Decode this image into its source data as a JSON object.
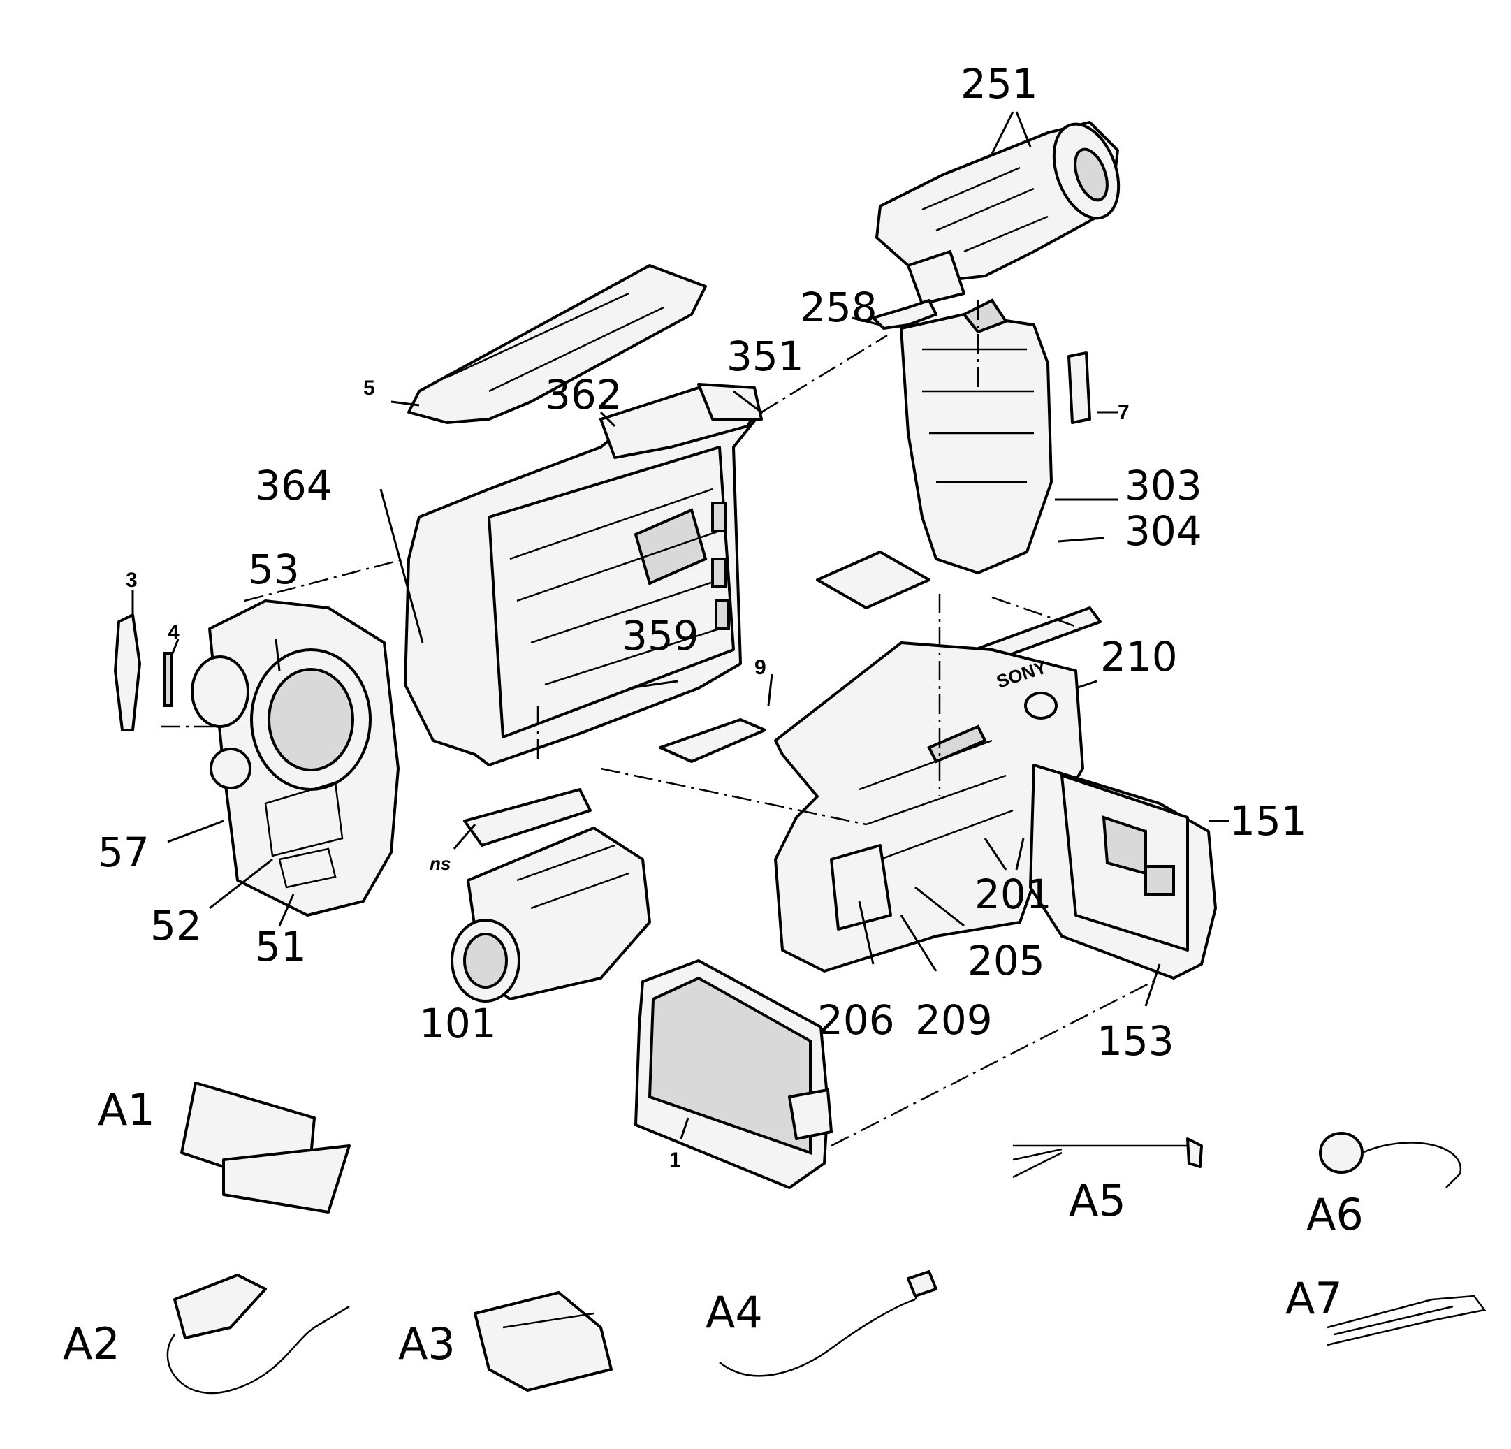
{
  "labels": {
    "p251": "251",
    "p258": "258",
    "p351": "351",
    "p5": "5",
    "p362": "362",
    "p7": "7",
    "p364": "364",
    "p303": "303",
    "p304": "304",
    "p3": "3",
    "p53": "53",
    "p4": "4",
    "p359": "359",
    "p9": "9",
    "p210": "210",
    "p57": "57",
    "p52": "52",
    "p51": "51",
    "pns": "ns",
    "p151": "151",
    "p201": "201",
    "p205": "205",
    "p101": "101",
    "p206": "206",
    "p209": "209",
    "p153": "153",
    "p1": "1"
  },
  "accessories": {
    "a1": "A1",
    "a2": "A2",
    "a3": "A3",
    "a4": "A4",
    "a5": "A5",
    "a6": "A6",
    "a7": "A7"
  },
  "logo_text": "SONY"
}
